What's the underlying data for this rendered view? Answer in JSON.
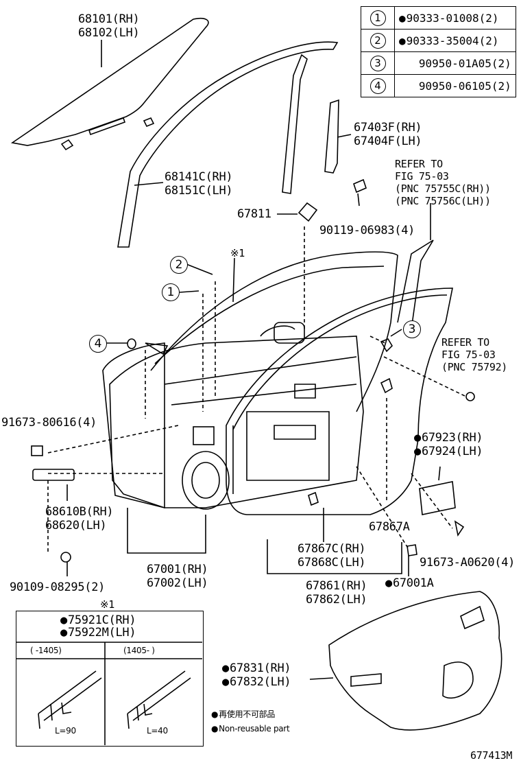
{
  "legend": [
    {
      "num": "1",
      "part": "90333-01008(2)",
      "nonreusable": true
    },
    {
      "num": "2",
      "part": "90333-35004(2)",
      "nonreusable": true
    },
    {
      "num": "3",
      "part": "90950-01A05(2)",
      "nonreusable": false
    },
    {
      "num": "4",
      "part": "90950-06105(2)",
      "nonreusable": false
    }
  ],
  "labels": {
    "glass_rh": "68101(RH)",
    "glass_lh": "68102(LH)",
    "run_rh": "68141C(RH)",
    "run_lh": "68151C(LH)",
    "cover_rh": "67403F(RH)",
    "cover_lh": "67404F(LH)",
    "refer1_line1": "REFER TO",
    "refer1_line2": "FIG 75-03",
    "refer1_line3": "(PNC 75755C(RH))",
    "refer1_line4": "(PNC 75756C(LH))",
    "p67811": "67811",
    "p90119": "90119-06983(4)",
    "note_mark": "※1",
    "refer2_line1": "REFER TO",
    "refer2_line2": "FIG 75-03",
    "refer2_line3": "(PNC 75792)",
    "p91673_80616": "91673-80616(4)",
    "check_rh": "67923(RH)",
    "check_lh": "67924(LH)",
    "hinge_rh": "68610B(RH)",
    "hinge_lh": "68620(LH)",
    "p67867a": "67867A",
    "door_rh": "67001(RH)",
    "door_lh": "67002(LH)",
    "wsc_rh": "67867C(RH)",
    "wsc_lh": "67868C(LH)",
    "p91673_a0620": "91673-A0620(4)",
    "p90109": "90109-08295(2)",
    "ws_rh": "67861(RH)",
    "ws_lh": "67862(LH)",
    "p67001a": "67001A",
    "film_rh": "67831(RH)",
    "film_lh": "67832(LH)",
    "fig_no": "677413M"
  },
  "inset": {
    "mark": "※1",
    "part_rh": "75921C(RH)",
    "part_lh": "75922M(LH)",
    "col1_head": "(    -1405)",
    "col2_head": "(1405-    )",
    "col1_dim": "L=90",
    "col2_dim": "L=40"
  },
  "notes": {
    "ja": "再使用不可部品",
    "en": "Non-reusable part"
  }
}
